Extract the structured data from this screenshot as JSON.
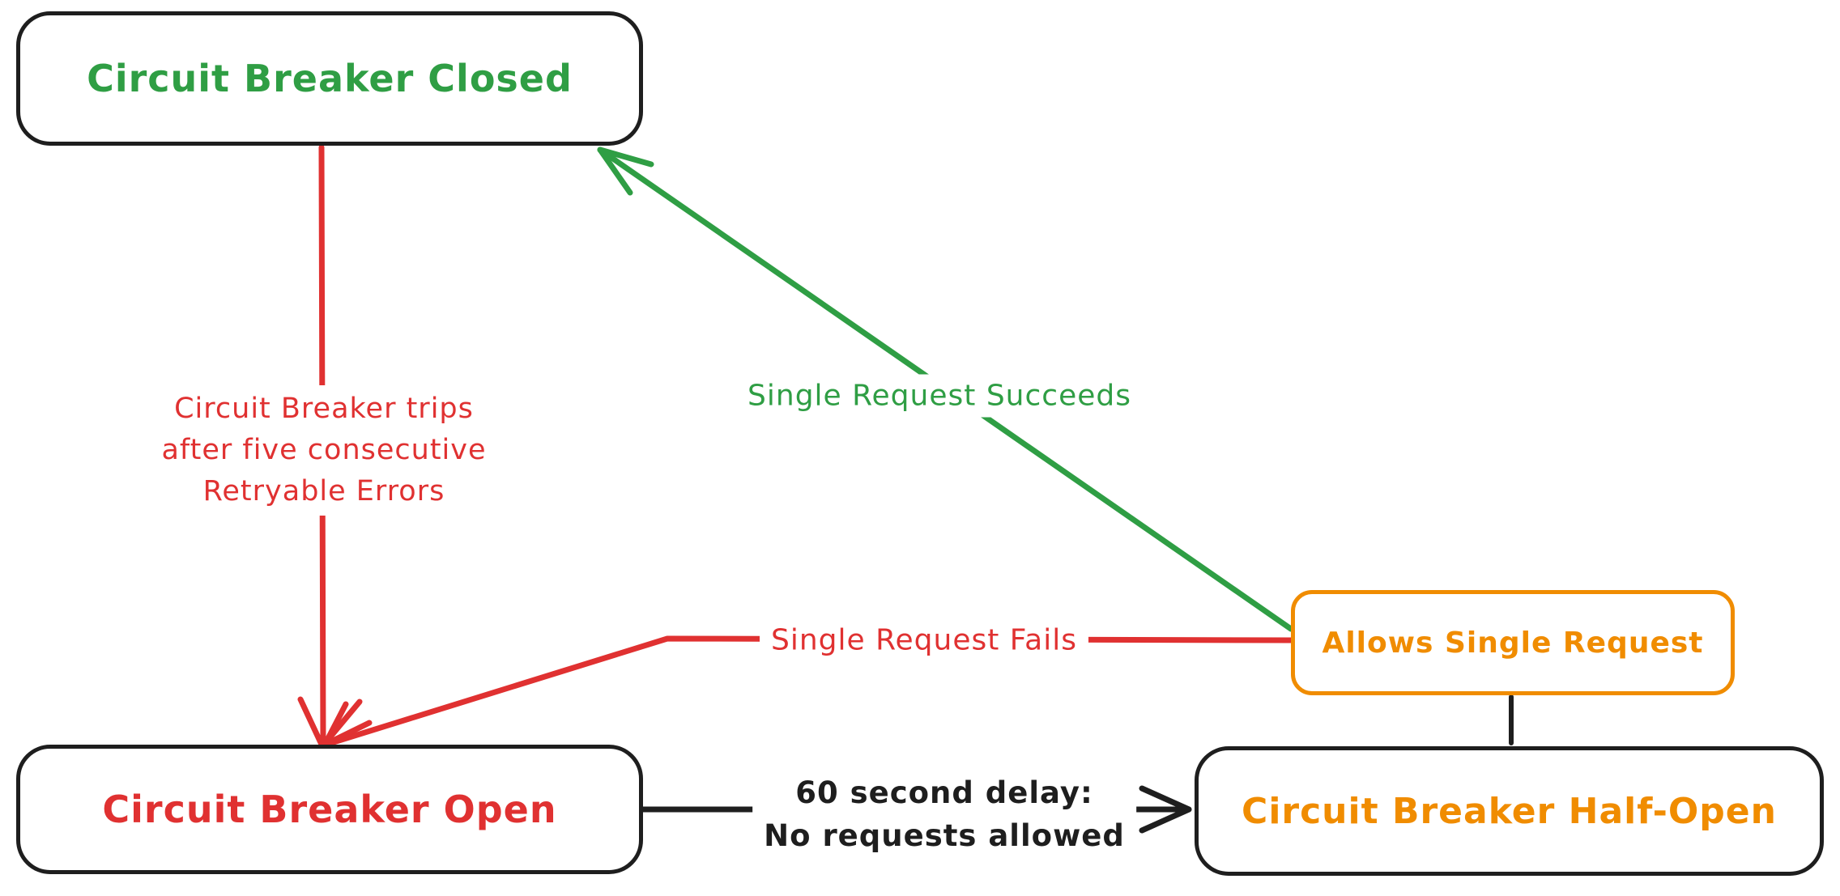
{
  "colors": {
    "green": "#2f9e44",
    "red": "#e03131",
    "orange": "#f08c00",
    "ink": "#1e1e1e",
    "background": "#ffffff"
  },
  "nodes": {
    "closed": {
      "label": "Circuit Breaker Closed",
      "text_color": "#2f9e44",
      "border_color": "#1e1e1e"
    },
    "open": {
      "label": "Circuit Breaker Open",
      "text_color": "#e03131",
      "border_color": "#1e1e1e"
    },
    "half_open": {
      "label": "Circuit Breaker Half-Open",
      "text_color": "#f08c00",
      "border_color": "#1e1e1e"
    },
    "allows_single_request": {
      "label": "Allows Single Request",
      "text_color": "#f08c00",
      "border_color": "#f08c00"
    }
  },
  "edges": {
    "trip": {
      "from": "closed",
      "to": "open",
      "color": "#e03131",
      "lines": [
        "Circuit Breaker trips",
        "after five consecutive",
        "Retryable Errors"
      ]
    },
    "single_request_succeeds": {
      "from": "allows_single_request",
      "to": "closed",
      "color": "#2f9e44",
      "label": "Single Request Succeeds"
    },
    "single_request_fails": {
      "from": "allows_single_request",
      "to": "open",
      "color": "#e03131",
      "label": "Single Request Fails"
    },
    "delay": {
      "from": "open",
      "to": "half_open",
      "color": "#1e1e1e",
      "lines": [
        "60 second delay:",
        "No requests allowed"
      ]
    },
    "half_open_connector": {
      "from": "allows_single_request",
      "to": "half_open",
      "color": "#1e1e1e"
    }
  }
}
